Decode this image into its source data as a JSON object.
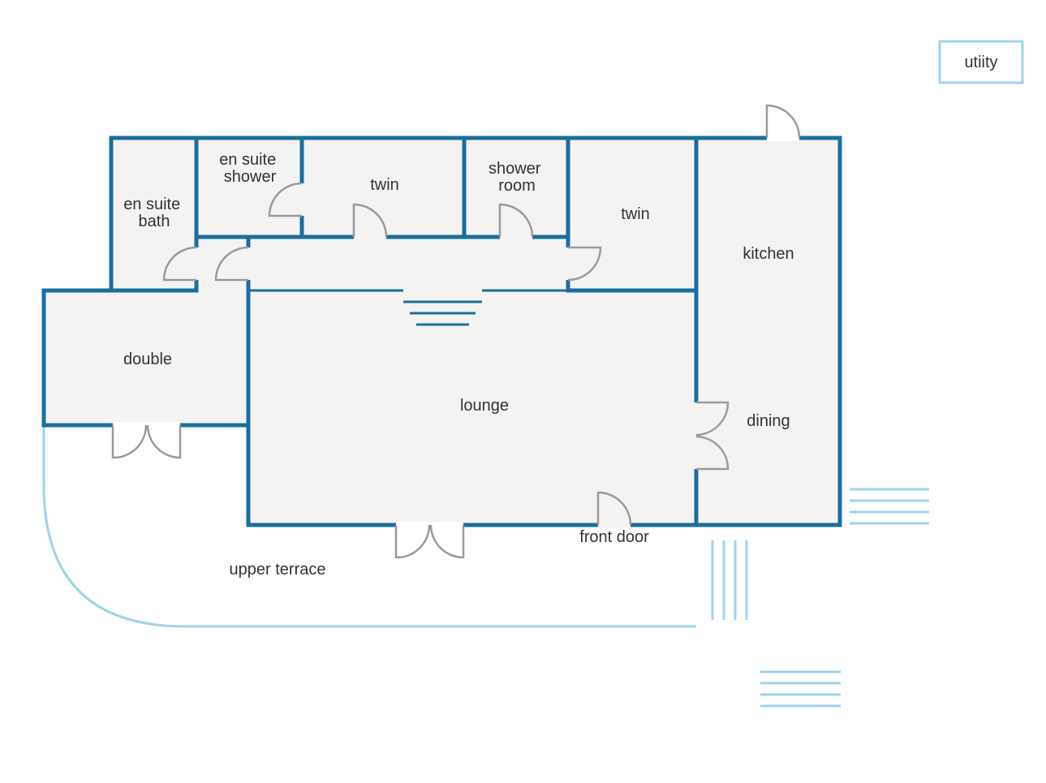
{
  "rooms": {
    "en_suite_bath": [
      "en suite",
      "bath"
    ],
    "en_suite_shower": [
      "en suite",
      "shower"
    ],
    "twin_1": "twin",
    "shower_room": [
      "shower",
      "room"
    ],
    "twin_2": "twin",
    "kitchen": "kitchen",
    "double": "double",
    "lounge": "lounge",
    "dining": "dining"
  },
  "labels": {
    "front_door": "front door",
    "upper_terrace": "upper terrace",
    "utility": "utiity"
  },
  "colors": {
    "wall": "#1a6e9f",
    "outdoor": "#9fd3ee",
    "floor": "#f4f3f2",
    "door": "#9a9a9a"
  }
}
